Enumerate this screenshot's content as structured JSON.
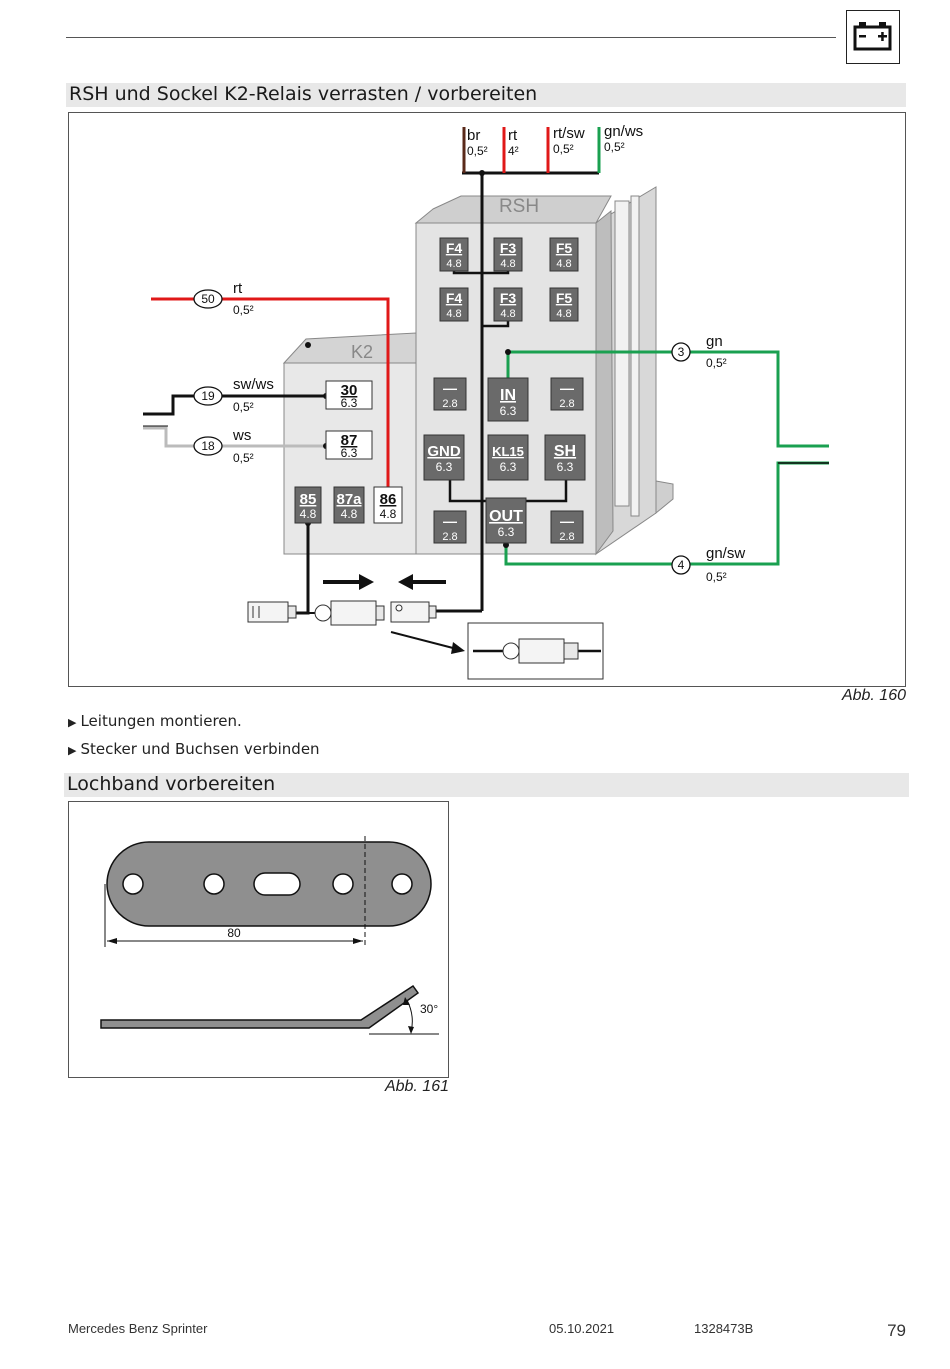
{
  "header": {
    "icon": "battery-icon"
  },
  "sections": [
    {
      "title": "RSH und Sockel K2-Relais verrasten / vorbereiten"
    },
    {
      "title": "Lochband vorbereiten"
    }
  ],
  "figure160": {
    "caption": "Abb. 160",
    "top_wires": [
      {
        "color_code": "br",
        "size": "0,5²",
        "color": "#5a2a1a"
      },
      {
        "color_code": "rt",
        "size": "4²",
        "color": "#e01818"
      },
      {
        "color_code": "rt/sw",
        "size": "0,5²",
        "color": "#e01818"
      },
      {
        "color_code": "gn/ws",
        "size": "0,5²",
        "color": "#1aa050"
      }
    ],
    "rsh_label": "RSH",
    "k2_label": "K2",
    "rsh_slots": [
      {
        "name": "F4",
        "value": "4.8"
      },
      {
        "name": "F3",
        "value": "4.8"
      },
      {
        "name": "F5",
        "value": "4.8"
      },
      {
        "name": "F4",
        "value": "4.8"
      },
      {
        "name": "F3",
        "value": "4.8"
      },
      {
        "name": "F5",
        "value": "4.8"
      },
      {
        "name": "—",
        "value": "2.8"
      },
      {
        "name": "IN",
        "value": "6.3"
      },
      {
        "name": "—",
        "value": "2.8"
      },
      {
        "name": "GND",
        "value": "6.3"
      },
      {
        "name": "KL15",
        "value": "6.3"
      },
      {
        "name": "SH",
        "value": "6.3"
      },
      {
        "name": "—",
        "value": "2.8"
      },
      {
        "name": "OUT",
        "value": "6.3"
      },
      {
        "name": "—",
        "value": "2.8"
      }
    ],
    "k2_slots": [
      {
        "name": "30",
        "value": "6.3"
      },
      {
        "name": "87",
        "value": "6.3"
      },
      {
        "name": "85",
        "value": "4.8"
      },
      {
        "name": "87a",
        "value": "4.8"
      },
      {
        "name": "86",
        "value": "4.8"
      }
    ],
    "pins": [
      {
        "num": "50",
        "color_code": "rt",
        "size": "0,5²"
      },
      {
        "num": "19",
        "color_code": "sw/ws",
        "size": "0,5²"
      },
      {
        "num": "18",
        "color_code": "ws",
        "size": "0,5²"
      },
      {
        "num": "3",
        "color_code": "gn",
        "size": "0,5²"
      },
      {
        "num": "4",
        "color_code": "gn/sw",
        "size": "0,5²"
      }
    ]
  },
  "steps": [
    "Leitungen montieren.",
    "Stecker und Buchsen verbinden"
  ],
  "figure161": {
    "caption": "Abb. 161",
    "dimension": "80",
    "angle": "30°"
  },
  "footer": {
    "product": "Mercedes Benz Sprinter",
    "date": "05.10.2021",
    "doc_number": "1328473B",
    "page": "79"
  }
}
